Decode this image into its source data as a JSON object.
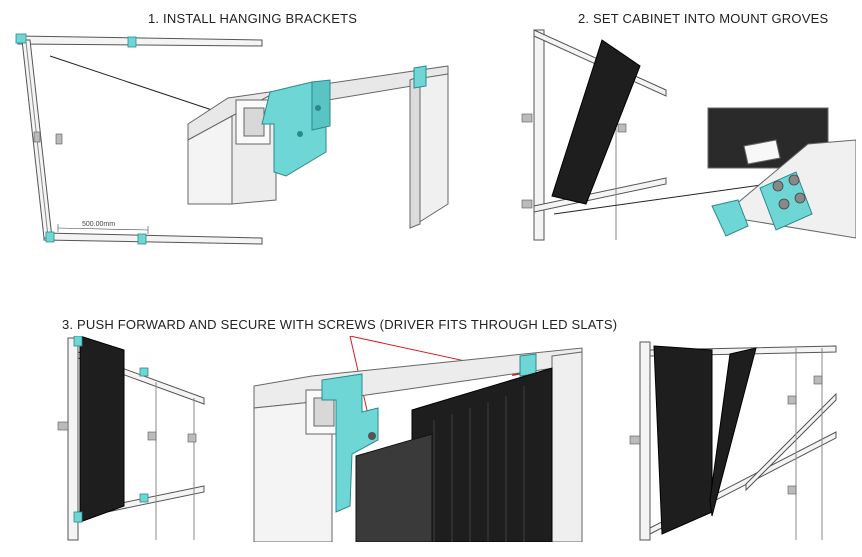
{
  "steps": [
    {
      "title": "1. INSTALL HANGING BRACKETS"
    },
    {
      "title": "2. SET CABINET INTO MOUNT GROVES"
    },
    {
      "title": "3. PUSH FORWARD AND SECURE WITH SCREWS (DRIVER FITS THROUGH LED SLATS)"
    }
  ],
  "dimension_label": "500.00mm",
  "colors": {
    "bracket": "#6fd6d6",
    "frame_line": "#555555",
    "frame_fill": "#f2f2f2",
    "led_panel": "#1e1e1e",
    "arrow": "#222222",
    "arrow_red": "#d22020"
  }
}
